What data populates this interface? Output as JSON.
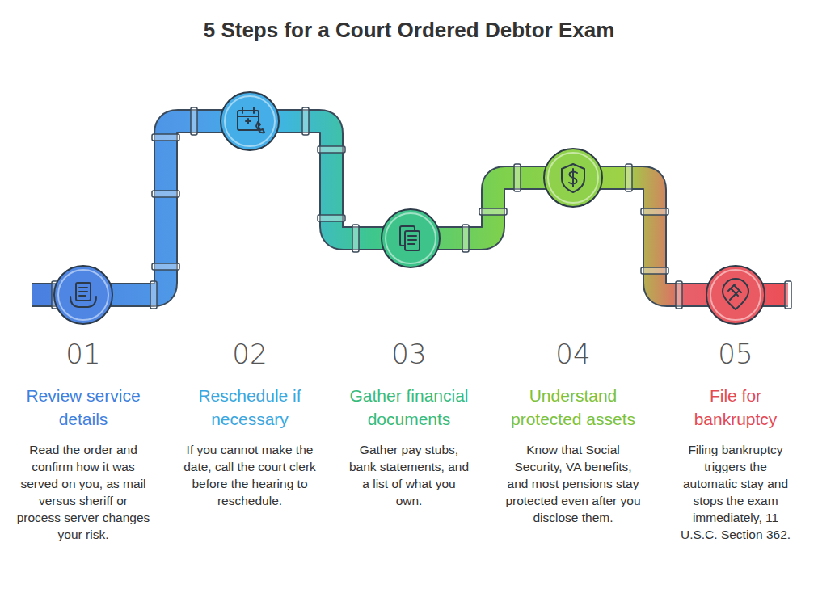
{
  "diagram": {
    "title": "5 Steps for a Court Ordered Debtor Exam",
    "labels": [
      "01",
      "Review service details",
      "Read the order and confirm how it was served on you, as mail versus sheriff or process server changes your risk.",
      "02",
      "Reschedule if necessary",
      "If you cannot make the date, call the court clerk before the hearing to reschedule.",
      "03",
      "Gather financial documents",
      "Gather pay stubs, bank statements, and a list of what you own.",
      "04",
      "Understand protected assets",
      "Know that Social Security, VA benefits, and most pensions stay protected even after you disclose them.",
      "05",
      "File for bankruptcy",
      "Filing bankruptcy triggers the automatic stay and stops the exam immediately, 11 U.S.C. Section 362."
    ]
  }
}
